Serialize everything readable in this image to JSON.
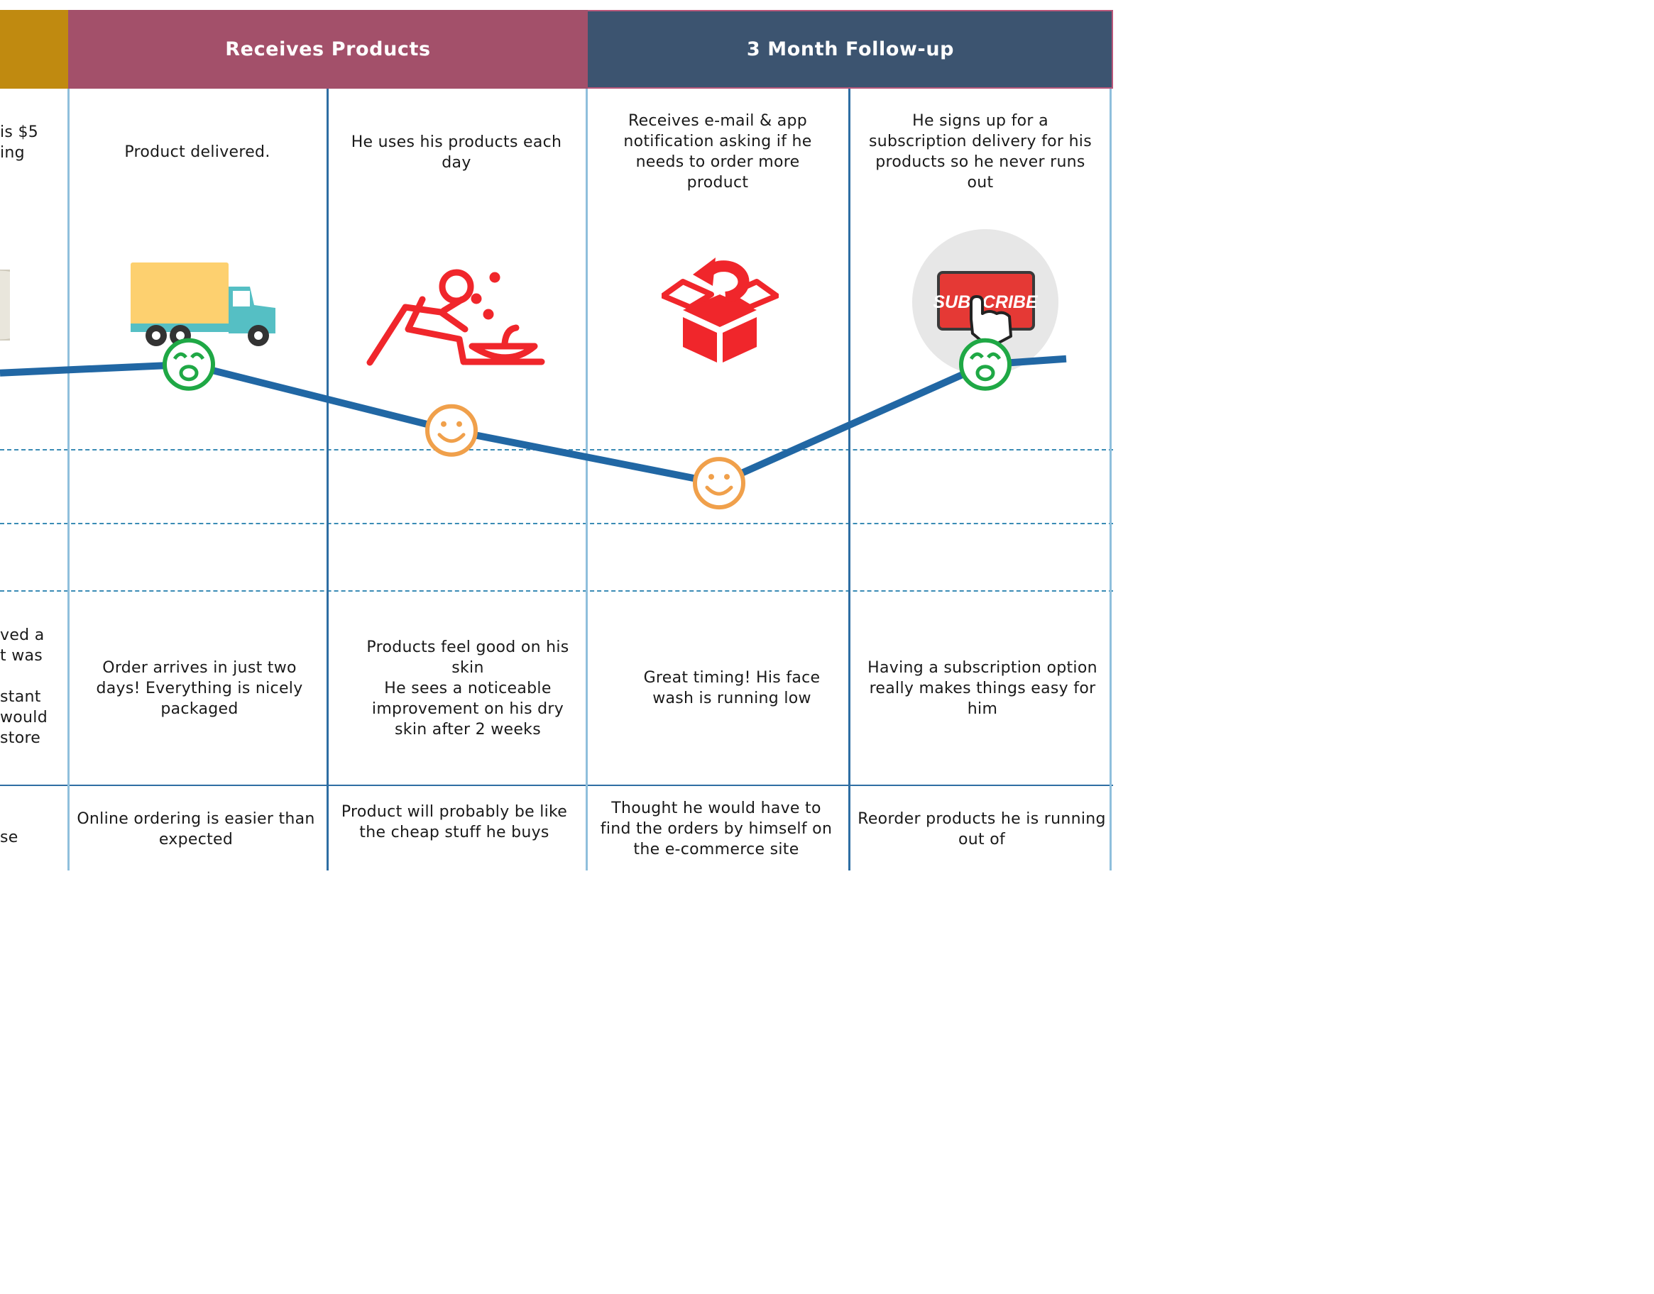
{
  "phases": {
    "receives": "Receives Products",
    "followup": "3 Month Follow-up"
  },
  "steps": {
    "partial": "is $5\ning",
    "delivered": "Product delivered.",
    "uses": "He uses his products each\nday",
    "email": "Receives e-mail & app\nnotification asking if he\nneeds to order more\nproduct",
    "subscribe": "He signs up for a\nsubscription delivery for his\nproducts so he never runs\nout"
  },
  "icons": {
    "truck": "delivery-truck-icon",
    "eating": "person-eating-icon",
    "box": "return-box-icon",
    "subscribe": "subscribe-button-icon",
    "subscribe_label": "SUBSCRIBE"
  },
  "emotion_chart": {
    "series": [
      {
        "step": "delivered",
        "level": 0.82,
        "face": "very-happy"
      },
      {
        "step": "uses",
        "level": 0.62,
        "face": "happy"
      },
      {
        "step": "email",
        "level": 0.46,
        "face": "happy"
      },
      {
        "step": "subscribe",
        "level": 0.82,
        "face": "very-happy"
      }
    ],
    "colors": {
      "line": "#2167a4",
      "very_happy": "#1fa845",
      "happy": "#f0a04b"
    }
  },
  "feelings": {
    "partial": "ved a\nt was\n\nstant\nwould\nstore",
    "delivered": "Order arrives in just two\ndays! Everything is nicely\npackaged",
    "uses": "Products feel good on his\nskin\nHe sees a noticeable\nimprovement on his dry\nskin after 2 weeks",
    "email": "Great timing! His face\nwash is running low",
    "subscribe": "Having a subscription option\nreally makes things easy for\nhim"
  },
  "thoughts": {
    "partial": "se",
    "delivered": "Online ordering is easier than\nexpected",
    "uses": "Product will probably be like\nthe cheap stuff he buys",
    "email": "Thought he would have to\nfind the orders by himself on\nthe e-commerce site",
    "subscribe": "Reorder products he is running\nout of"
  },
  "colors": {
    "phase_partial": "#c08a10",
    "phase_receives": "#a3506a",
    "phase_followup": "#3c5470",
    "icon_red": "#f0262b",
    "truck_body": "#fdd06f",
    "truck_cab": "#55bfc4"
  }
}
